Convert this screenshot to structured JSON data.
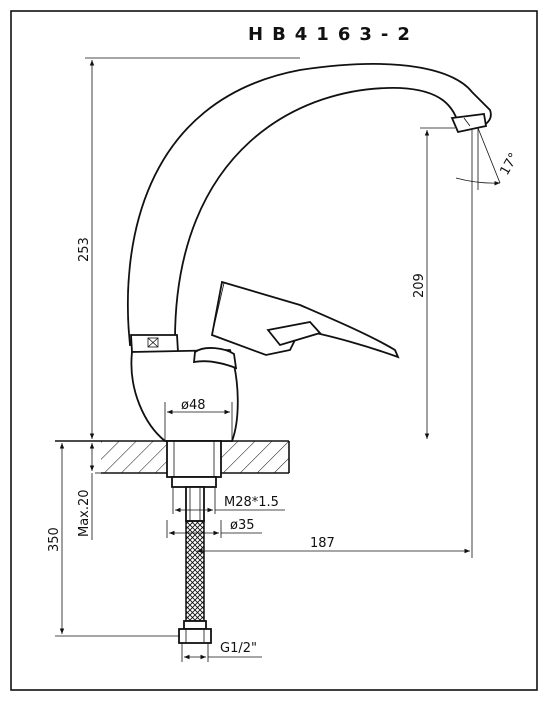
{
  "drawing": {
    "model": "HB4163-2"
  },
  "dimensions": {
    "height_total": "253",
    "spout_height": "209",
    "body_diameter": "ø48",
    "max_thickness": "Max.20",
    "hose_length": "350",
    "thread": "M28*1.5",
    "shank_diameter": "ø35",
    "reach": "187",
    "connection": "G1/2\"",
    "spout_angle": "17°"
  },
  "colors": {
    "line": "#111111",
    "background": "#ffffff"
  }
}
